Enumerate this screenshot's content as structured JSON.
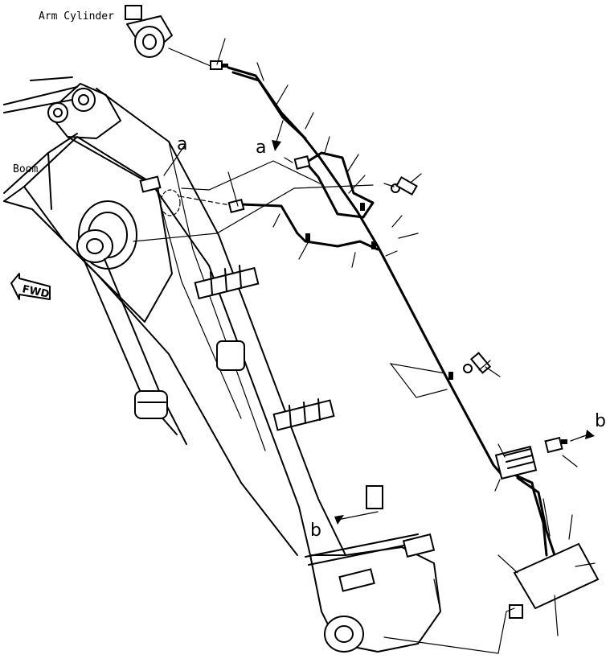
{
  "labels": {
    "arm_cylinder": "Arm Cylinder",
    "boom": "Boom",
    "fwd": "FWD",
    "ref_a_left": "a",
    "ref_a_right": "a",
    "ref_b_right": "b",
    "ref_b_lower": "b"
  }
}
